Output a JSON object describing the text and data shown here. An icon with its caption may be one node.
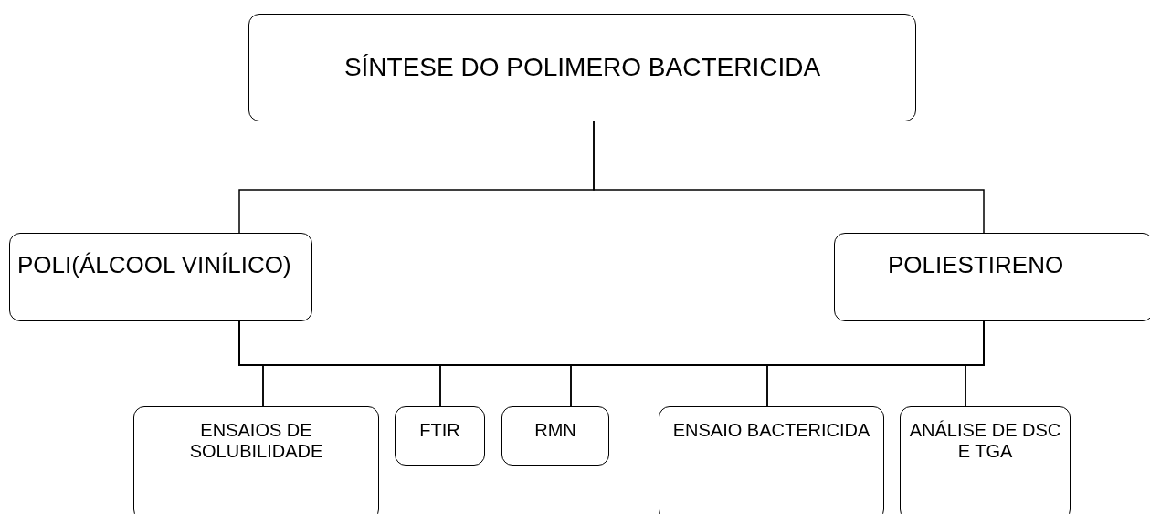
{
  "diagram": {
    "nodes": [
      {
        "text": [
          "SÍNTESE DO POLIMERO BACTERICIDA"
        ]
      },
      {
        "text": [
          "POLI(ÁLCOOL VINÍLICO)"
        ]
      },
      {
        "text": [
          "POLIESTIRENO"
        ]
      },
      {
        "text": [
          "ENSAIOS  DE SOLUBILIDADE"
        ]
      },
      {
        "text": [
          "FTIR"
        ]
      },
      {
        "text": [
          "RMN"
        ]
      },
      {
        "text": [
          "ENSAIO BACTERICIDA"
        ]
      },
      {
        "text": [
          "ANÁLISE DE DSC E TGA"
        ]
      }
    ],
    "edges": [
      {
        "from": 0,
        "to": 1,
        "arrow": "none"
      },
      {
        "from": 0,
        "to": 2,
        "arrow": "none"
      },
      {
        "from": 1,
        "to": 3,
        "arrow": "none"
      },
      {
        "from": 1,
        "to": 4,
        "arrow": "none"
      },
      {
        "from": 1,
        "to": 5,
        "arrow": "none"
      },
      {
        "from": 1,
        "to": 6,
        "arrow": "none"
      },
      {
        "from": 1,
        "to": 7,
        "arrow": "none"
      },
      {
        "from": 2,
        "to": 3,
        "arrow": "none"
      },
      {
        "from": 2,
        "to": 4,
        "arrow": "none"
      },
      {
        "from": 2,
        "to": 5,
        "arrow": "none"
      },
      {
        "from": 2,
        "to": 6,
        "arrow": "none"
      },
      {
        "from": 2,
        "to": 7,
        "arrow": "none"
      }
    ]
  }
}
